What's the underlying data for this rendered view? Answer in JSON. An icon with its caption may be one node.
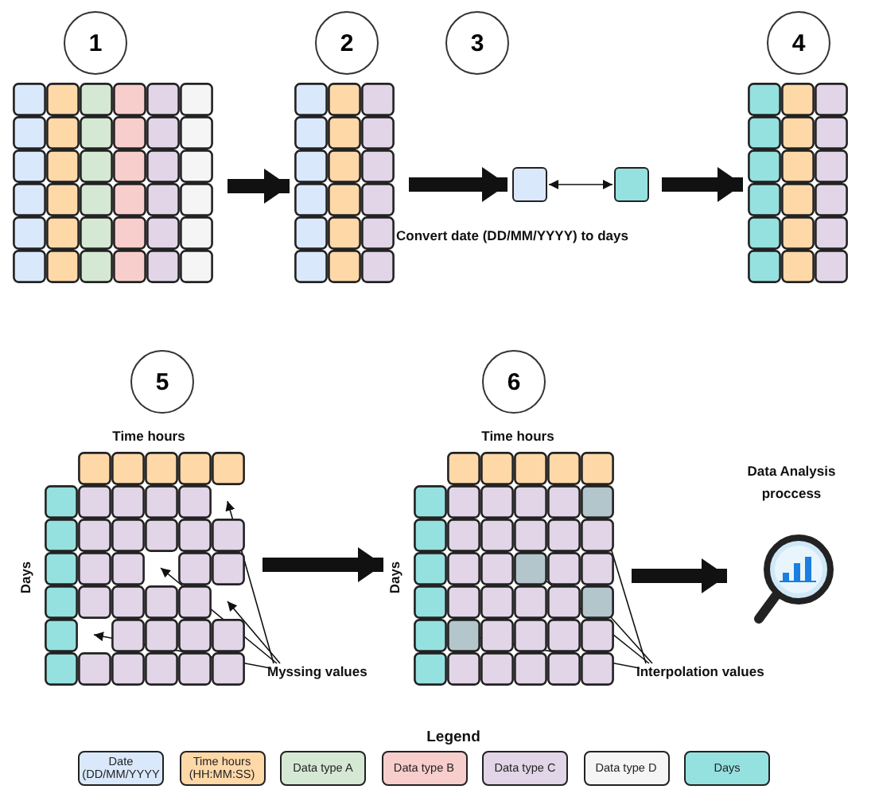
{
  "diagram": {
    "nodes": [
      {
        "text": [
          "1"
        ]
      },
      {
        "text": [],
        "shape": "grid"
      },
      {
        "text": [
          "2"
        ]
      },
      {
        "text": [],
        "shape": "grid"
      },
      {
        "text": [
          "3"
        ]
      },
      {
        "text": [],
        "shape": "box"
      },
      {
        "text": [],
        "shape": "box"
      },
      {
        "text": [
          "4"
        ]
      },
      {
        "text": [],
        "shape": "grid"
      },
      {
        "text": [
          "5"
        ]
      },
      {
        "text": [
          "Time hours",
          "Days"
        ]
      },
      {
        "text": [
          "Myssing values"
        ]
      },
      {
        "text": [
          "6"
        ]
      },
      {
        "text": [
          "Time hours",
          "Days"
        ]
      },
      {
        "text": [
          "Interpolation values"
        ]
      },
      {
        "text": [
          "Data Analysis proccess"
        ]
      }
    ],
    "edges": [
      {
        "from": 1,
        "to": 3,
        "arrow": "to",
        "style": "thick"
      },
      {
        "from": 3,
        "to": 5,
        "arrow": "to",
        "style": "thick"
      },
      {
        "from": 5,
        "to": 6,
        "arrow": "both"
      },
      {
        "from": 6,
        "to": 8,
        "arrow": "to",
        "style": "thick"
      },
      {
        "from": 10,
        "to": 13,
        "arrow": "to",
        "style": "thick"
      },
      {
        "from": 13,
        "to": 15,
        "arrow": "to",
        "style": "thick"
      },
      {
        "from": 11,
        "to": 10,
        "arrow": "to"
      },
      {
        "from": 11,
        "to": 10,
        "arrow": "to"
      },
      {
        "from": 11,
        "to": 10,
        "arrow": "to"
      },
      {
        "from": 11,
        "to": 10,
        "arrow": "to"
      },
      {
        "from": 14,
        "to": 13,
        "arrow": "to"
      },
      {
        "from": 14,
        "to": 13,
        "arrow": "to"
      },
      {
        "from": 14,
        "to": 13,
        "arrow": "to"
      },
      {
        "from": 14,
        "to": 13,
        "arrow": "to"
      }
    ],
    "labels": [
      "Convert date (DD/MM/YYYY) to days",
      "Legend"
    ],
    "legend": [
      {
        "text": "Date (DD/MM/YYYY",
        "color": "#dae8fc"
      },
      {
        "text": "Time hours (HH:MM:SS)",
        "color": "#ffd8a8"
      },
      {
        "text": "Data type A",
        "color": "#d5e8d4"
      },
      {
        "text": "Data type B",
        "color": "#f8cecc"
      },
      {
        "text": "Data type C",
        "color": "#e1d5e7"
      },
      {
        "text": "Data type D",
        "color": "#f5f5f5"
      },
      {
        "text": "Days",
        "color": "#95e1e0"
      }
    ]
  }
}
